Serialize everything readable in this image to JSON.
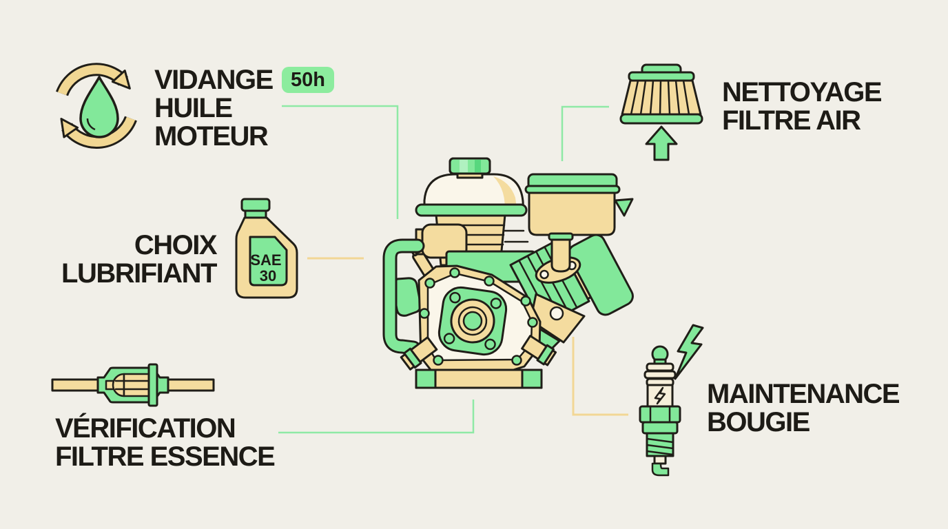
{
  "palette": {
    "background": "#f1efe8",
    "ink": "#1d1b16",
    "green": "#82e89a",
    "green_light": "#b0f1c0",
    "green_dark": "#58d77e",
    "badge_green": "#8cec9e",
    "tan": "#f4dc9f",
    "tan_light": "#f8ecc8",
    "cream": "#faf6ea",
    "ceramic": "#f6efda",
    "connector_green": "#8fe9a5",
    "connector_tan": "#f2d795"
  },
  "figure": {
    "subject": "small-engine-maintenance-infographic",
    "center_illustration": "small-engine"
  },
  "items": {
    "vidange": {
      "title": "VIDANGE\nHUILE\nMOTEUR",
      "badge": "50h",
      "icon": "oil-change-cycle-droplet"
    },
    "choix": {
      "title": "CHOIX\nLUBRIFIANT",
      "icon": "oil-bottle",
      "bottle_label_line1": "SAE",
      "bottle_label_line2": "30"
    },
    "verification": {
      "title": "VÉRIFICATION\nFILTRE ESSENCE",
      "icon": "inline-fuel-filter"
    },
    "nettoyage": {
      "title": "NETTOYAGE\nFILTRE AIR",
      "icon": "air-filter-cone"
    },
    "bougie": {
      "title": "MAINTENANCE\nBOUGIE",
      "icon": "spark-plug-lightning"
    }
  }
}
